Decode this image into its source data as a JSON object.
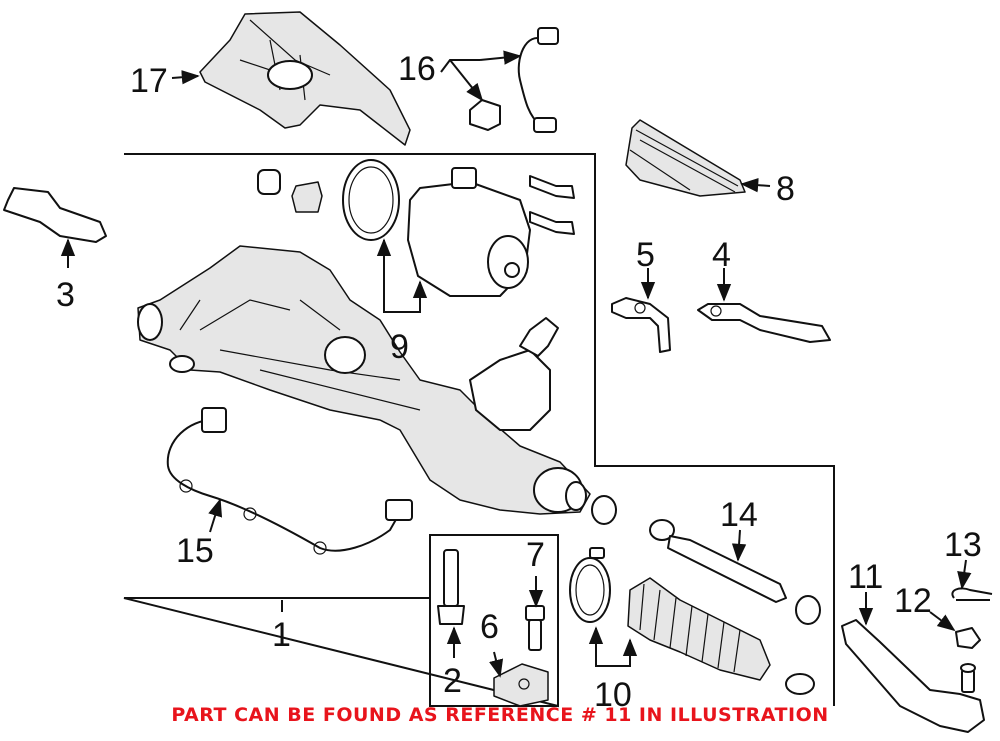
{
  "diagram": {
    "callouts": {
      "c1": "1",
      "c2": "2",
      "c3": "3",
      "c4": "4",
      "c5": "5",
      "c6": "6",
      "c7": "7",
      "c8": "8",
      "c9": "9",
      "c10": "10",
      "c11": "11",
      "c12": "12",
      "c13": "13",
      "c14": "14",
      "c15": "15",
      "c16": "16",
      "c17": "17"
    },
    "footer_note": "PART CAN BE FOUND AS REFERENCE # 11 IN ILLUSTRATION",
    "colors": {
      "note": "#e8141c",
      "line": "#111111",
      "shade": "#e6e6e6"
    }
  }
}
